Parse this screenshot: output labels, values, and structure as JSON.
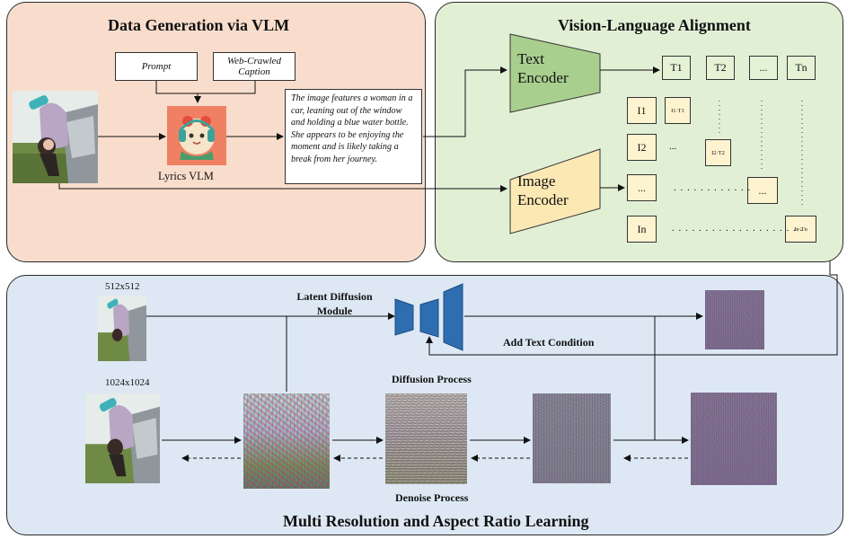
{
  "panels": {
    "data_generation": {
      "title": "Data Generation via VLM",
      "prompt_label": "Prompt",
      "caption_source_label": "Web-Crawled Caption",
      "model_label": "Lyrics VLM",
      "generated_caption": "The image features a woman in a car, leaning out of the window and holding a blue water bottle. She appears to be enjoying the moment and is likely taking a break from her journey."
    },
    "alignment": {
      "title": "Vision-Language Alignment",
      "text_encoder": "Text Encoder",
      "image_encoder": "Image Encoder",
      "text_tokens": [
        "T1",
        "T2",
        "...",
        "Tn"
      ],
      "image_tokens": [
        "I1",
        "I2",
        "...",
        "In"
      ],
      "products": [
        "I1·T1",
        "I2·T2",
        "...",
        "In·Tn"
      ],
      "ellipsis": "..."
    },
    "multires": {
      "title": "Multi  Resolution and Aspect Ratio Learning",
      "res_small": "512x512",
      "res_large": "1024x1024",
      "latent_module": "Latent Diffusion Module",
      "text_condition": "Add Text Condition",
      "diffusion_process": "Diffusion Process",
      "denoise_process": "Denoise Process"
    }
  },
  "colors": {
    "panel_data_generation": "#f9ddcc",
    "panel_alignment": "#e1f0d5",
    "panel_multires": "#dde8f4",
    "text_encoder_fill": "#a9cf8e",
    "image_encoder_fill": "#fbe8b3",
    "unet_fill": "#2e6db0",
    "vlm_icon_bg": "#f08064"
  }
}
